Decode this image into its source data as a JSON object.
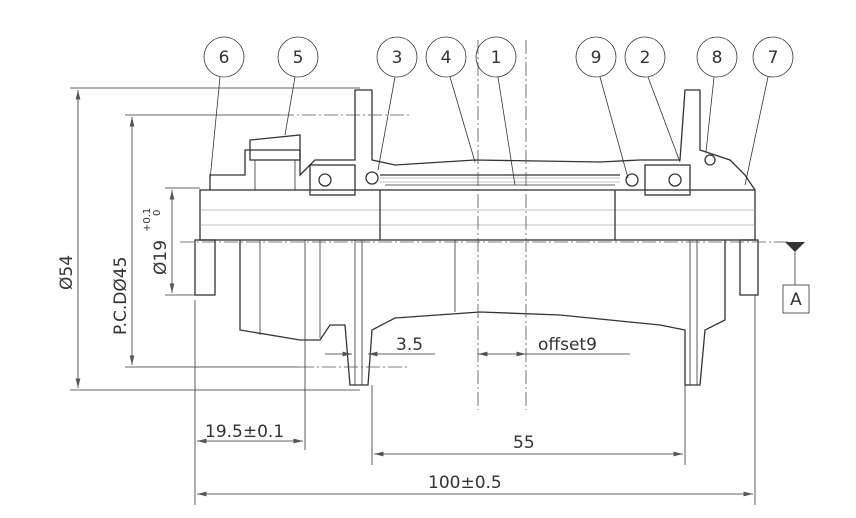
{
  "title": "Hub assembly drawing",
  "balloons": [
    {
      "label": "6"
    },
    {
      "label": "5"
    },
    {
      "label": "3"
    },
    {
      "label": "4"
    },
    {
      "label": "1"
    },
    {
      "label": "9"
    },
    {
      "label": "2"
    },
    {
      "label": "8"
    },
    {
      "label": "7"
    }
  ],
  "dimensions": {
    "overall_diameter": "Ø54",
    "pcd": "P.C.DØ45",
    "bore_diameter": "Ø19",
    "bore_tol_upper": "+0.1",
    "bore_tol_lower": "0",
    "flange_offset": "3.5",
    "offset": "offset9",
    "left_length": "19.5±0.1",
    "flange_spacing": "55",
    "overall_length": "100±0.5"
  },
  "datum": {
    "label": "A"
  }
}
